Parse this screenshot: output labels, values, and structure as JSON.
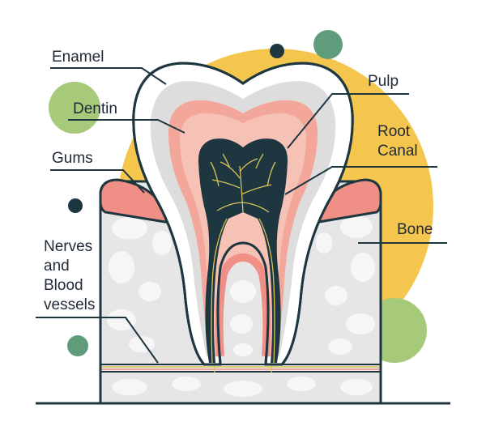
{
  "labels": {
    "enamel": "Enamel",
    "dentin": "Dentin",
    "gums": "Gums",
    "nerves": [
      "Nerves",
      "and",
      "Blood",
      "vessels"
    ],
    "pulp": "Pulp",
    "root_canal": [
      "Root",
      "Canal"
    ],
    "bone": "Bone"
  },
  "colors": {
    "background": "#ffffff",
    "sun_yellow": "#f4c64e",
    "green_light": "#a6c97a",
    "green_dark": "#5e9c7c",
    "navy": "#1d3640",
    "bone_fill": "#e6e6e6",
    "bone_spots": "#f6f6f6",
    "gum": "#f08f85",
    "dentin_pink": "#f2a79a",
    "enamel": "#ffffff",
    "enamel_shadow": "#dddddd",
    "pulp": "#1d3640",
    "nerve_yellow": "#d8c45a",
    "outline": "#1d3640"
  }
}
